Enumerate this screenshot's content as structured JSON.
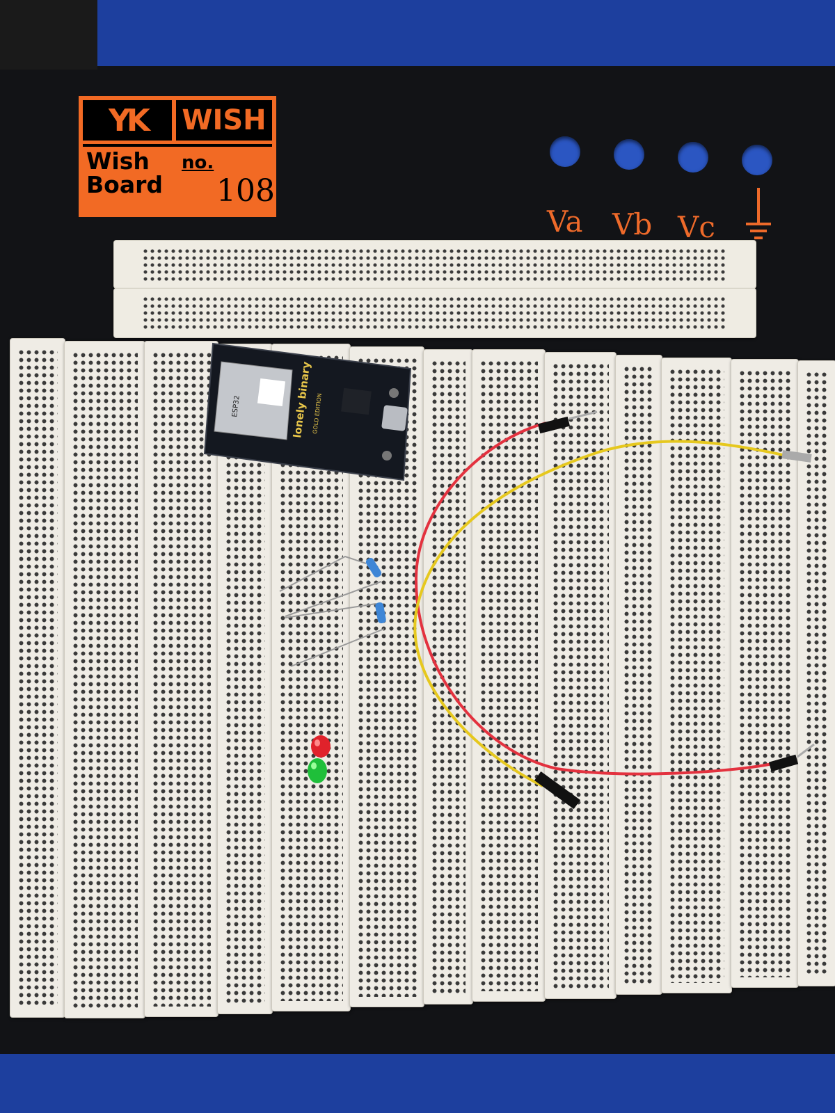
{
  "logo": {
    "mark": "YK",
    "brand": "WISH",
    "name_line1": "Wish",
    "name_line2": "Board",
    "no_label": "no.",
    "number": "108"
  },
  "terminals": [
    {
      "label": "Va"
    },
    {
      "label": "Vb"
    },
    {
      "label": "Vc"
    },
    {
      "label": "",
      "icon": "ground-icon"
    }
  ],
  "colors": {
    "board": "#121316",
    "background": "#1d3f9e",
    "logo_orange": "#f26a24",
    "wire_red": "#e3323f",
    "wire_yellow": "#e6c81e"
  },
  "module": {
    "chip_label": "ESP32",
    "brand": "lonely binary",
    "edition": "GOLD EDITION"
  }
}
